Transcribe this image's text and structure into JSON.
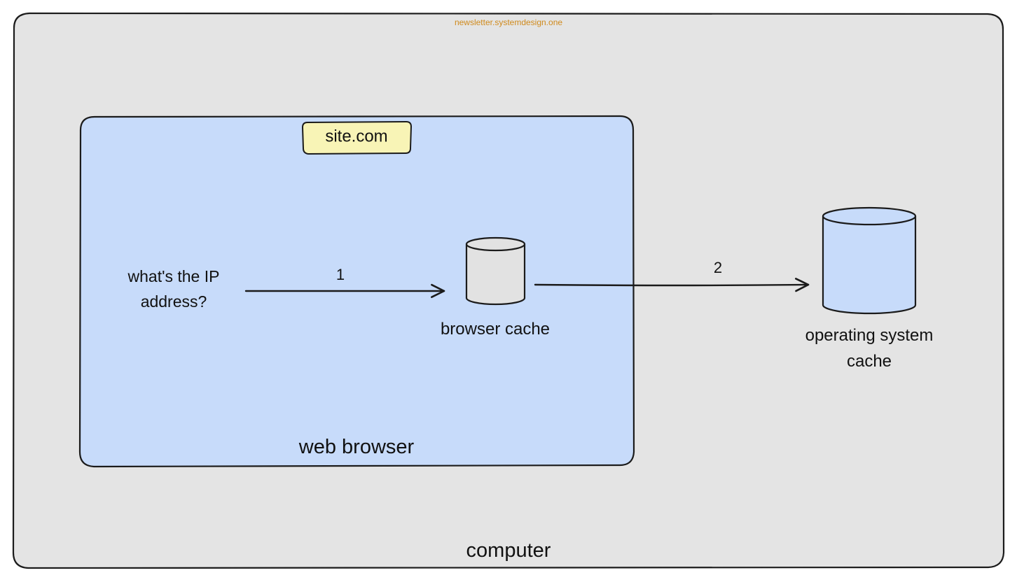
{
  "watermark": "newsletter.systemdesign.one",
  "colors": {
    "outline": "#1b1b1b",
    "computer_fill": "#e4e4e4",
    "browser_fill": "#c7dbfa",
    "site_tag_fill": "#f8f4b6",
    "browser_cache_fill": "#e2e2e2",
    "os_cache_fill": "#c7dbfa",
    "watermark": "#d08a1c"
  },
  "nodes": {
    "computer": {
      "label": "computer"
    },
    "web_browser": {
      "label": "web browser"
    },
    "site_tag": {
      "label": "site.com"
    },
    "question": {
      "label": "what's the IP address?"
    },
    "browser_cache": {
      "label": "browser cache",
      "shape": "database-icon"
    },
    "os_cache": {
      "label": "operating system cache",
      "shape": "database-icon"
    }
  },
  "edges": [
    {
      "from": "question",
      "to": "browser_cache",
      "label": "1"
    },
    {
      "from": "browser_cache",
      "to": "os_cache",
      "label": "2"
    }
  ]
}
